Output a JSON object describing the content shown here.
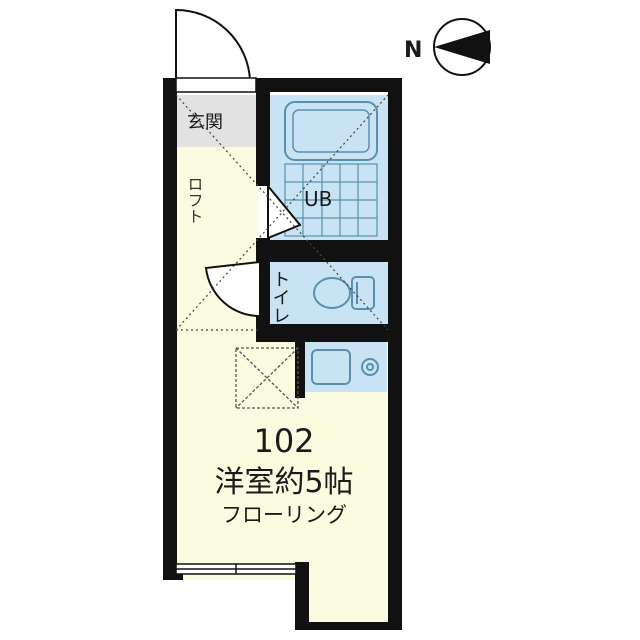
{
  "compass": {
    "label": "N"
  },
  "rooms": {
    "entrance": "玄関",
    "bath": "UB",
    "toilet": "トイレ",
    "loft": "ロフト",
    "unit_number": "102",
    "main_room": "洋室約5帖",
    "flooring": "フローリング"
  },
  "colors": {
    "wall": "#111111",
    "room_fill": "#fbfbe0",
    "wet_fill": "#c8e4f4",
    "wet_stroke": "#5a8fb0",
    "entrance_fill": "#e2e2e2"
  }
}
